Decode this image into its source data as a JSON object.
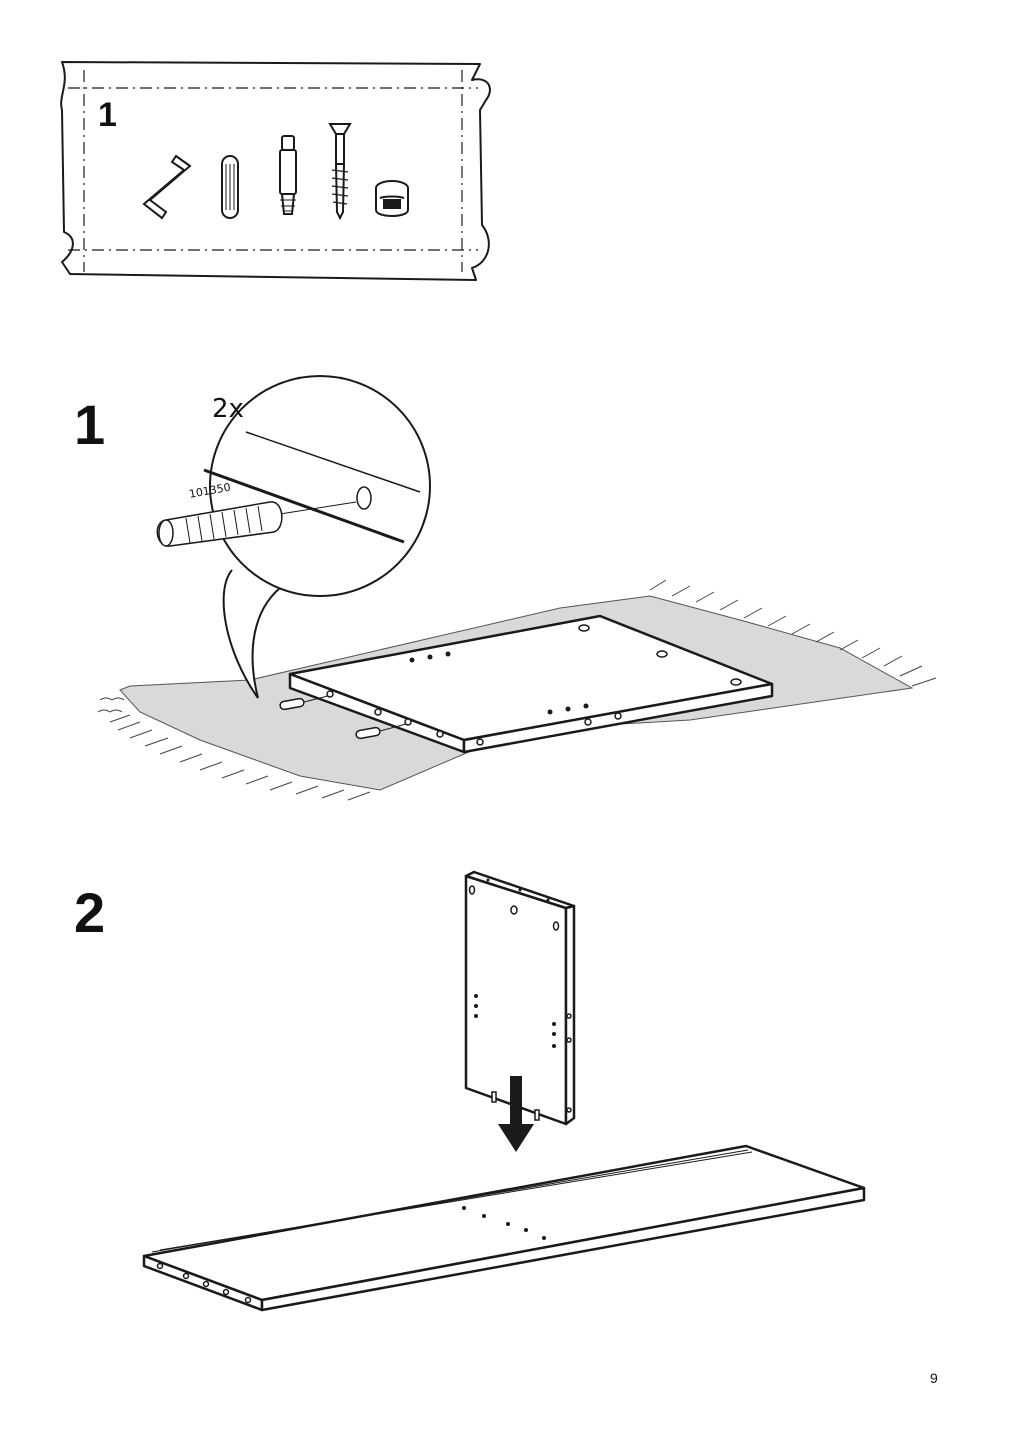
{
  "parts_bag": {
    "number": "1"
  },
  "step1": {
    "number": "1",
    "quantity": "2x",
    "part_code": "101350"
  },
  "step2": {
    "number": "2"
  },
  "page": {
    "number": "9"
  },
  "colors": {
    "line": "#1a1a1a",
    "rug": "#d9d9d9",
    "panel": "#ffffff"
  }
}
